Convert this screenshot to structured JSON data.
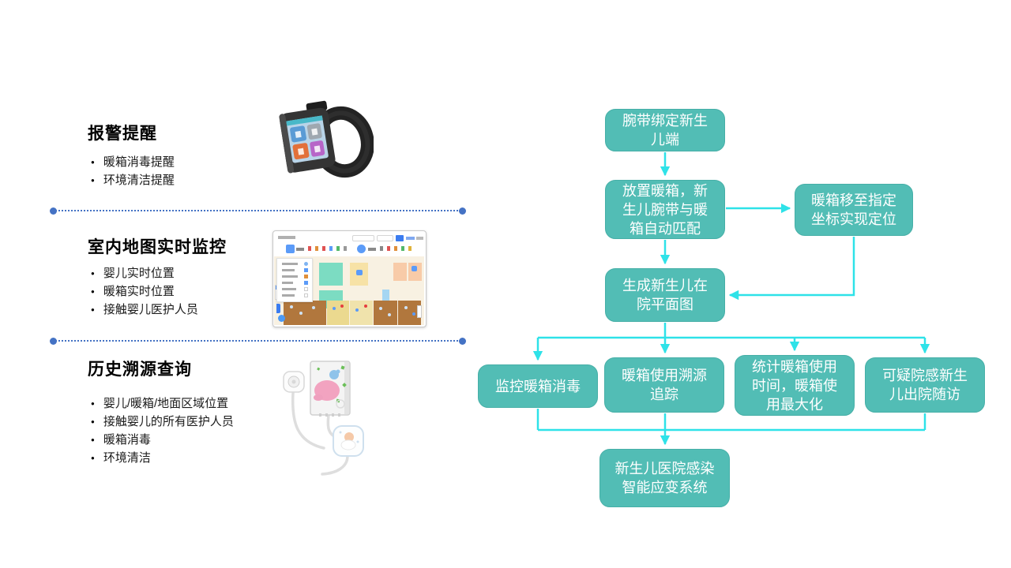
{
  "slide": {
    "background": "#ffffff",
    "colors": {
      "node_fill": "#52BDB5",
      "node_text": "#FFFFFF",
      "connector": "#2EE2E8",
      "divider_dot": "#4472C4",
      "heading_text": "#000000"
    }
  },
  "features": [
    {
      "title": "报警提醒",
      "bullets": [
        "暖箱消毒提醒",
        "环境清洁提醒"
      ],
      "image": "smartwatch-wristband"
    },
    {
      "title": "室内地图实时监控",
      "bullets": [
        "婴儿实时位置",
        "暖箱实时位置",
        "接触婴儿医护人员"
      ],
      "image": "indoor-map-dashboard"
    },
    {
      "title": "历史溯源查询",
      "bullets": [
        "婴儿/暖箱/地面区域位置",
        "接触婴儿的所有医护人员",
        "暖箱消毒",
        "环境清洁"
      ],
      "image": "tracing-device"
    }
  ],
  "flowchart": {
    "nodes": [
      {
        "label": "腕带绑定新生儿端"
      },
      {
        "label": "放置暖箱，新生儿腕带与暖箱自动匹配"
      },
      {
        "label": "暖箱移至指定坐标实现定位"
      },
      {
        "label": "生成新生儿在院平面图"
      },
      {
        "label": "监控暖箱消毒"
      },
      {
        "label": "暖箱使用溯源追踪"
      },
      {
        "label": "统计暖箱使用时间，暖箱使用最大化"
      },
      {
        "label": "可疑院感新生儿出院随访"
      },
      {
        "label": "新生儿医院感染智能应变系统"
      }
    ],
    "edges": [
      {
        "from": "腕带绑定新生儿端",
        "to": "放置暖箱，新生儿腕带与暖箱自动匹配"
      },
      {
        "from": "放置暖箱，新生儿腕带与暖箱自动匹配",
        "to": "暖箱移至指定坐标实现定位"
      },
      {
        "from": "放置暖箱，新生儿腕带与暖箱自动匹配",
        "to": "生成新生儿在院平面图"
      },
      {
        "from": "暖箱移至指定坐标实现定位",
        "to": "生成新生儿在院平面图"
      },
      {
        "from": "生成新生儿在院平面图",
        "to": "监控暖箱消毒"
      },
      {
        "from": "生成新生儿在院平面图",
        "to": "暖箱使用溯源追踪"
      },
      {
        "from": "生成新生儿在院平面图",
        "to": "统计暖箱使用时间，暖箱使用最大化"
      },
      {
        "from": "生成新生儿在院平面图",
        "to": "可疑院感新生儿出院随访"
      },
      {
        "from": "监控暖箱消毒",
        "to": "新生儿医院感染智能应变系统"
      },
      {
        "from": "暖箱使用溯源追踪",
        "to": "新生儿医院感染智能应变系统"
      },
      {
        "from": "可疑院感新生儿出院随访",
        "to": "新生儿医院感染智能应变系统"
      }
    ]
  }
}
